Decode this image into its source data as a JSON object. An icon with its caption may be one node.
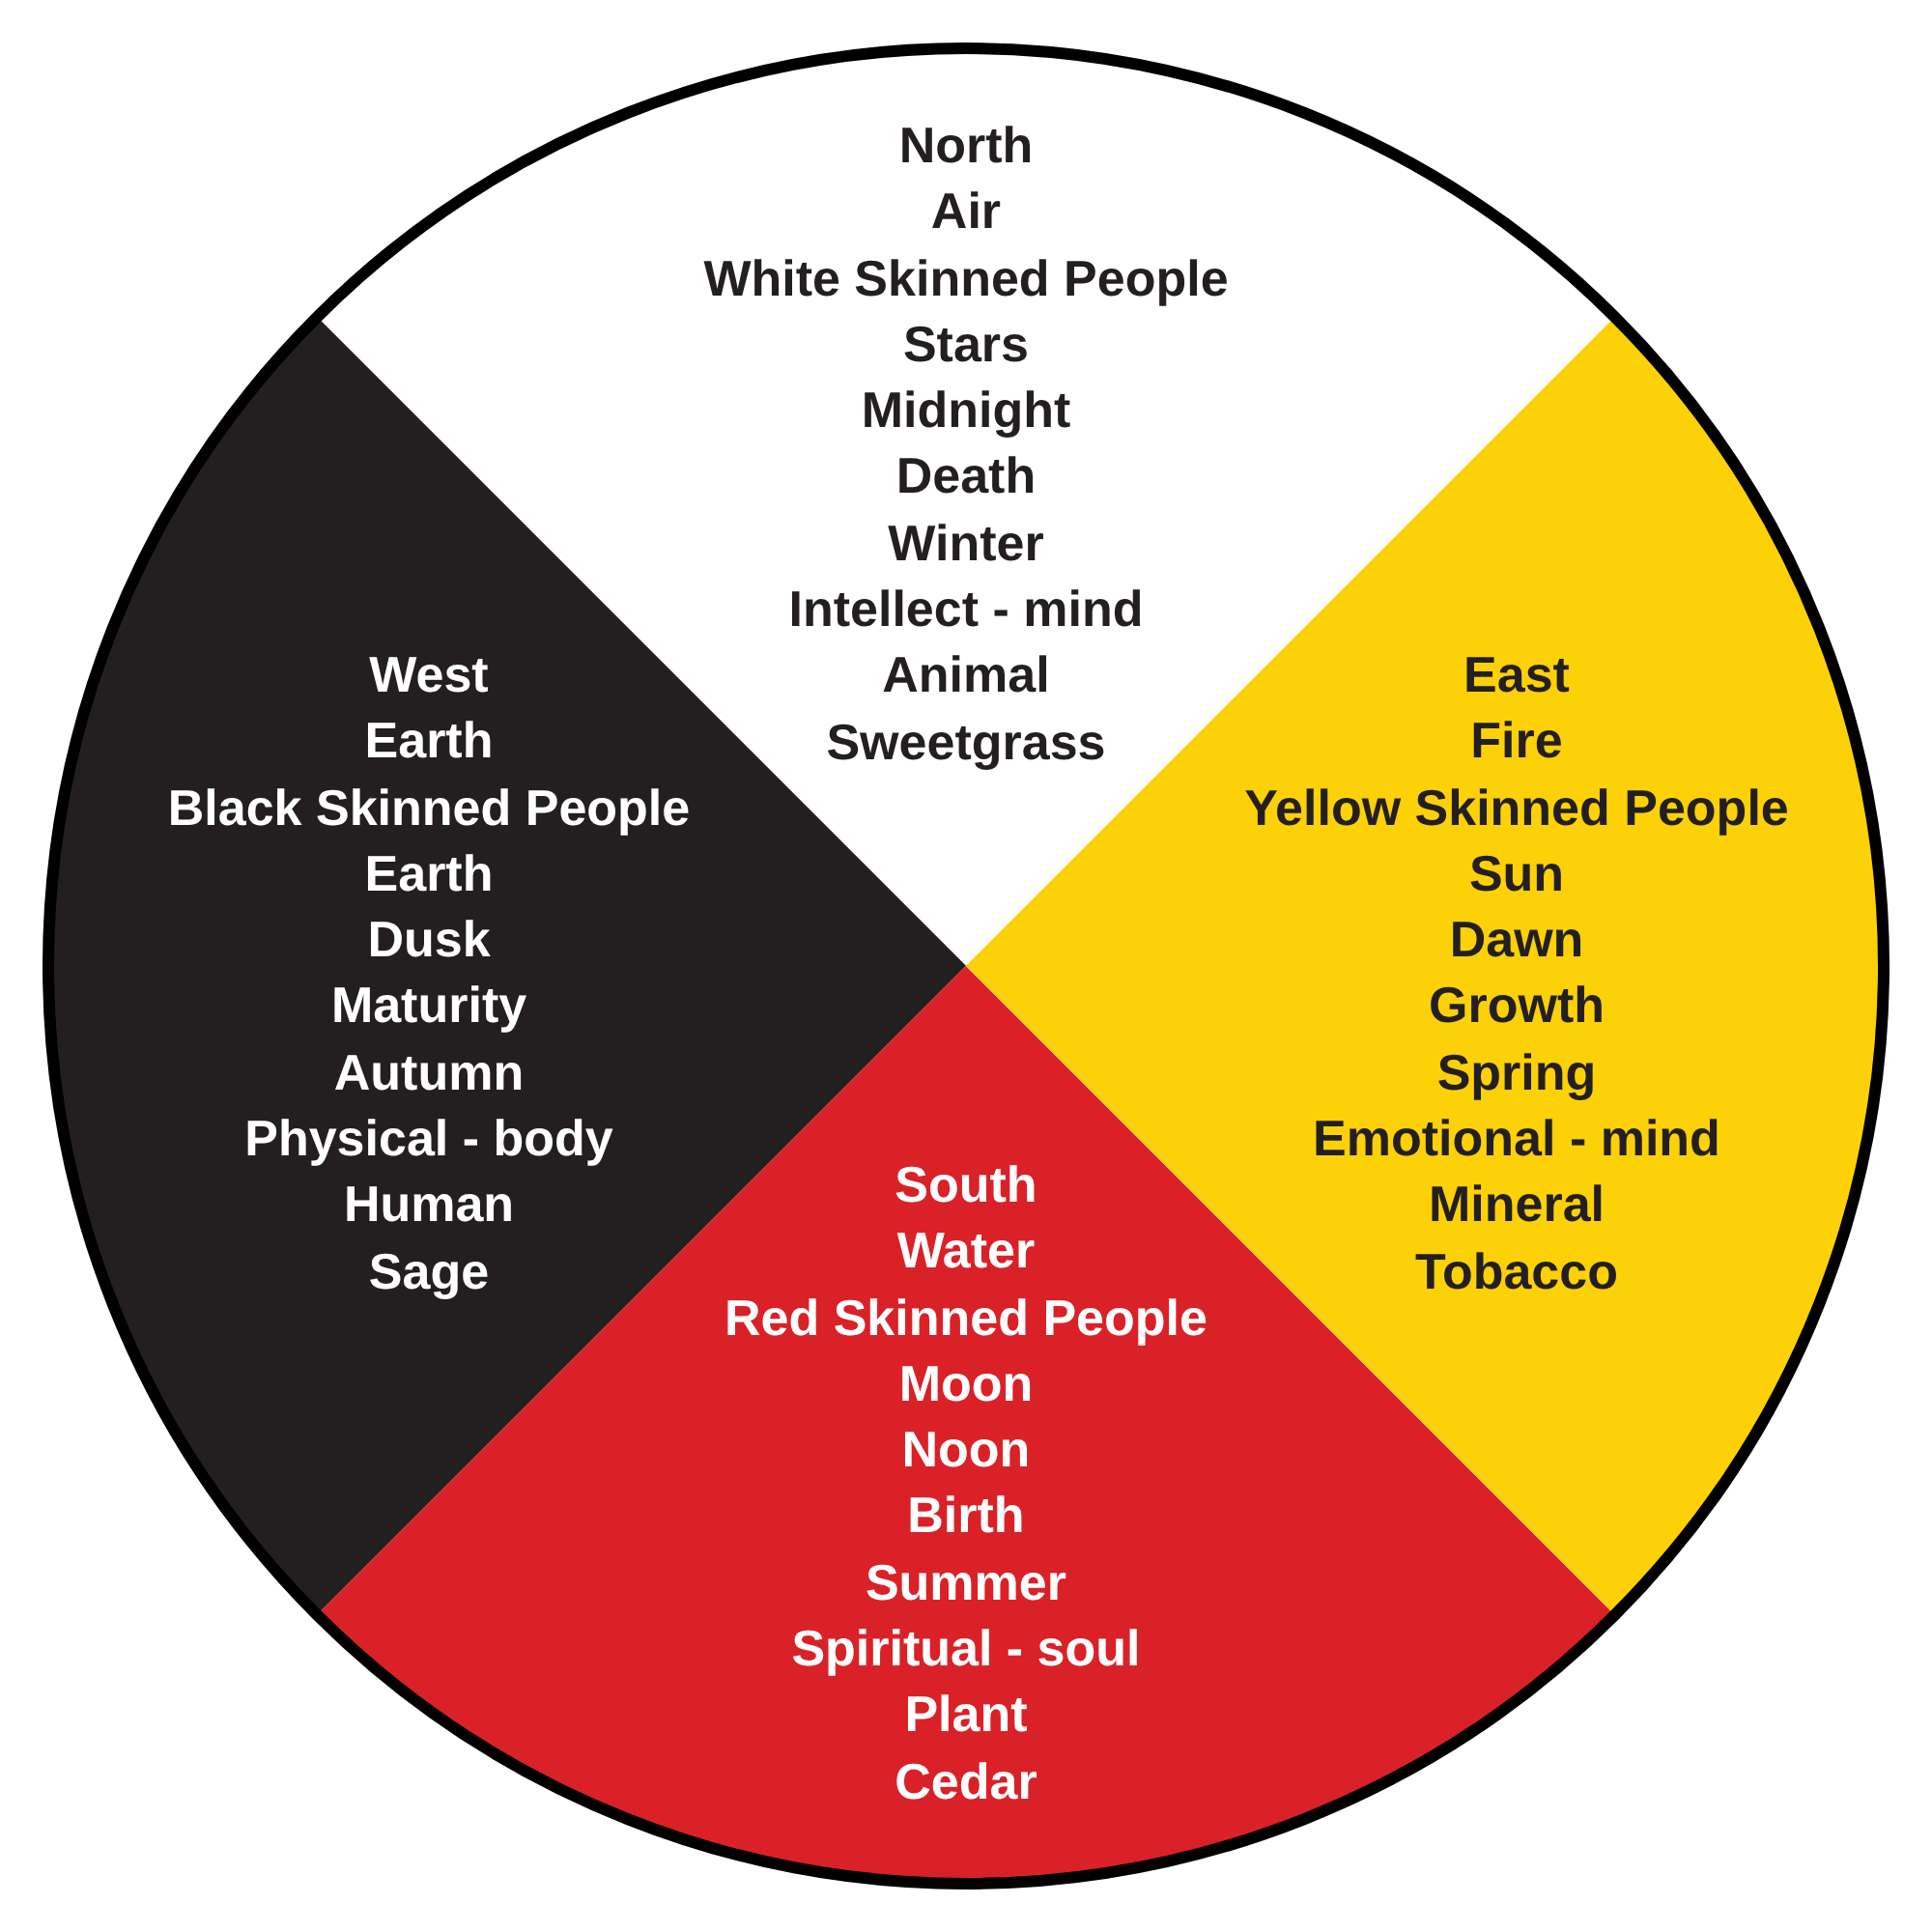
{
  "diagram": {
    "nodes": [
      {
        "text": [
          "North",
          "Air",
          "White Skinned People",
          "Stars",
          "Midnight",
          "Death",
          "Winter",
          "Intellect - mind",
          "Animal",
          "Sweetgrass"
        ]
      },
      {
        "text": [
          "West",
          "Earth",
          "Black Skinned People",
          "Earth",
          "Dusk",
          "Maturity",
          "Autumn",
          "Physical - body",
          "Human",
          "Sage"
        ]
      },
      {
        "text": [
          "East",
          "Fire",
          "Yellow Skinned People",
          "Sun",
          "Dawn",
          "Growth",
          "Spring",
          "Emotional - mind",
          "Mineral",
          "Tobacco"
        ]
      },
      {
        "text": [
          "South",
          "Water",
          "Red Skinned People",
          "Moon",
          "Noon",
          "Birth",
          "Summer",
          "Spiritual - soul",
          "Plant",
          "Cedar"
        ]
      }
    ],
    "edges": []
  }
}
